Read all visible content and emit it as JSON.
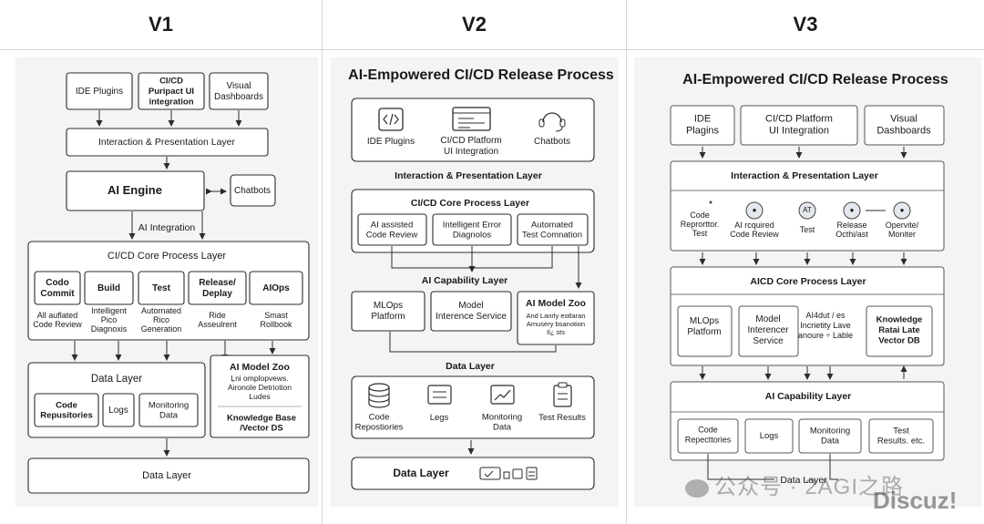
{
  "columns": [
    "V1",
    "V2",
    "V3"
  ],
  "v1": {
    "top": [
      "IDE Plugins",
      "CI/CD|Puripact UI|integration",
      "Visual|Dashboards"
    ],
    "interaction": "Interaction & Presentation Layer",
    "engine": "AI Engine",
    "chatbots": "Chatbots",
    "integration": "AI Integration",
    "core_title": "CI/CD Core Process Layer",
    "core_items": [
      {
        "label": "Codo|Commit",
        "sub": "All auflated|Code Review"
      },
      {
        "label": "Build",
        "sub": "Intelligent|Pico|Diagnoxis"
      },
      {
        "label": "Test",
        "sub": "Autornated|Rico|Generation"
      },
      {
        "label": "Release/|Deplay",
        "sub": "Ride|Asseulrent"
      },
      {
        "label": "AIOps",
        "sub": "Smast|Rollbook"
      }
    ],
    "data_title": "Data Layer",
    "data_items": [
      "Code|Repusitories",
      "Logs",
      "Monitoring|Data"
    ],
    "zoo_title": "AI Model Zoo",
    "zoo_sub": "Ļni omplopvews.|Aironole Detriotion|Ludes",
    "kb": "Knowledge Base|/Vector DS",
    "bottom": "Data Layer"
  },
  "v2": {
    "title": "AI-Empowered CI/CD Release Process",
    "top": [
      "IDE Plugins",
      "CI/CD Platform|UI Integration",
      "Chatbots"
    ],
    "interaction": "Interaction & Presentation Layer",
    "core_title": "CI/CD Core Process Layer",
    "core_items": [
      "AI assisted|Code Review",
      "Intelligent Error|Diagnolos",
      "Automated|Test Comnation"
    ],
    "capability": "AI Capability Layer",
    "cap_items": [
      "MLOps|Platform",
      "Model|Interence Service"
    ],
    "zoo_title": "AI Model Zoo",
    "zoo_sub": "And Lanrly eotlaran|Amusery bsanotion|Il¿ sts",
    "data_title": "Data Layer",
    "data_items": [
      "Code|Repostiories",
      "Legs",
      "Monitoring|Data",
      "Test Results"
    ],
    "bottom": "Data Layer"
  },
  "v3": {
    "title": "AI-Empowered CI/CD Release Process",
    "top": [
      "IDE|Plagins",
      "CI/CD Platform|UI Integration",
      "Visual|Dashboards"
    ],
    "interaction": "Interaction & Presentation Layer",
    "steps": [
      {
        "icon": "",
        "label": "Code|Reprorttor.|Test"
      },
      {
        "icon": "",
        "label": "AI rcquired|Code Review"
      },
      {
        "icon": "AT",
        "label": "Test"
      },
      {
        "icon": "",
        "label": "Release|Octhi/ast"
      },
      {
        "icon": "",
        "label": "Opervite/|Moniter"
      }
    ],
    "core_title": "AICD Core Process Layer",
    "core_items": [
      "MLOps|Platform",
      "Model|Interencer|Service",
      "AI4dut / es|Incrietity Lave|anoure ÷ Lable",
      "Knowledge|Ratai Late|Vector DB"
    ],
    "capability": "AI Capability Layer",
    "cap_items": [
      "Code|Repecttories",
      "Logs",
      "Monitoring|Data",
      "Test|Results. etc."
    ],
    "bottom": "Data Layer"
  },
  "watermark": {
    "text": "公众号 · 2AGI之路",
    "brand": "Discuz!"
  }
}
